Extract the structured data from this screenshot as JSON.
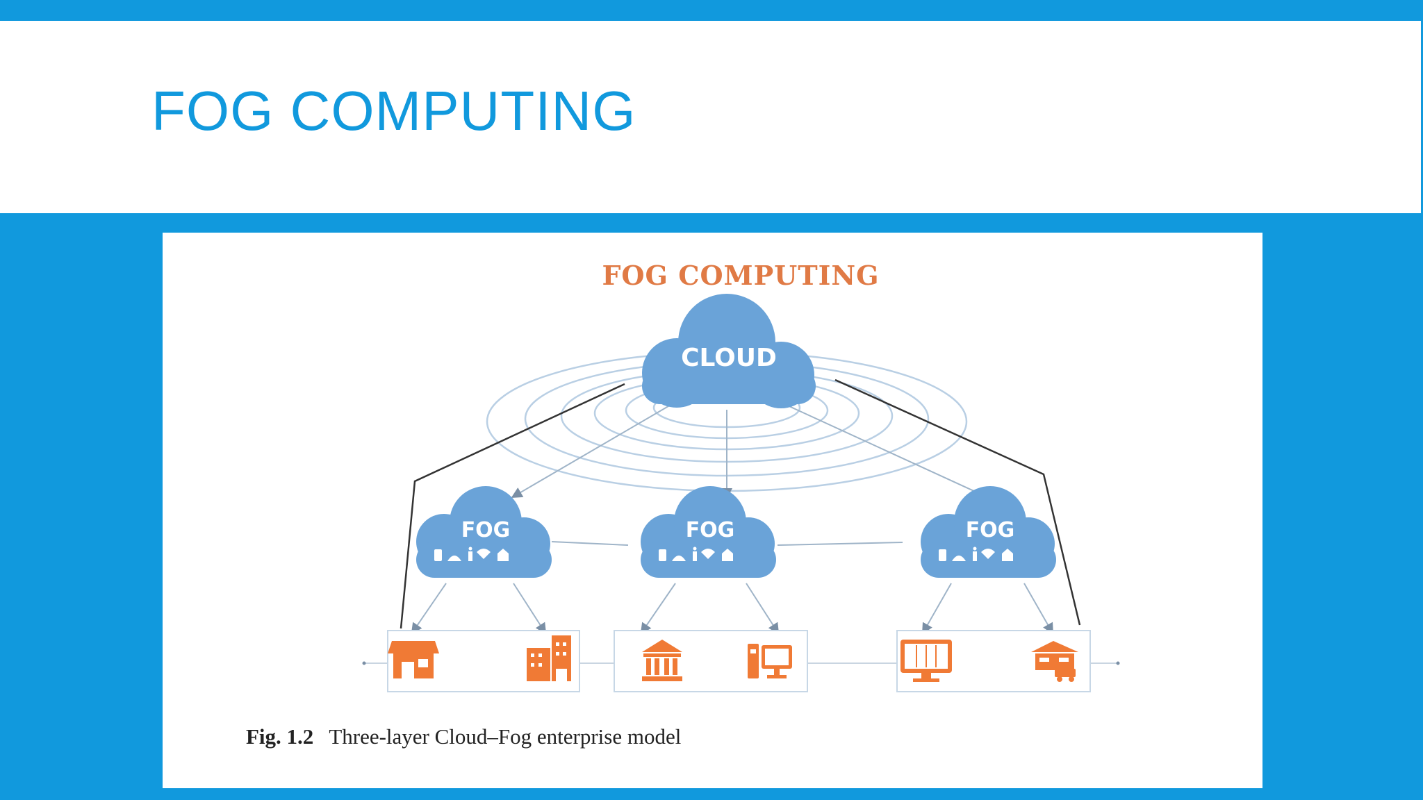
{
  "slide": {
    "title": "FOG COMPUTING",
    "accent_color": "#1199dd"
  },
  "diagram": {
    "heading": "FOG COMPUTING",
    "heading_color": "#e07a45",
    "cloud_color": "#6aa3d8",
    "icon_color": "#f07a35",
    "cloud_label": "CLOUD",
    "fog_nodes": [
      {
        "label": "FOG",
        "devices": [
          "store-icon",
          "office-building-icon"
        ]
      },
      {
        "label": "FOG",
        "devices": [
          "bank-icon",
          "desktop-computer-icon"
        ]
      },
      {
        "label": "FOG",
        "devices": [
          "monitor-icon",
          "warehouse-delivery-icon"
        ]
      }
    ],
    "caption": {
      "figure_number": "Fig. 1.2",
      "text": "Three-layer Cloud–Fog enterprise model"
    }
  }
}
